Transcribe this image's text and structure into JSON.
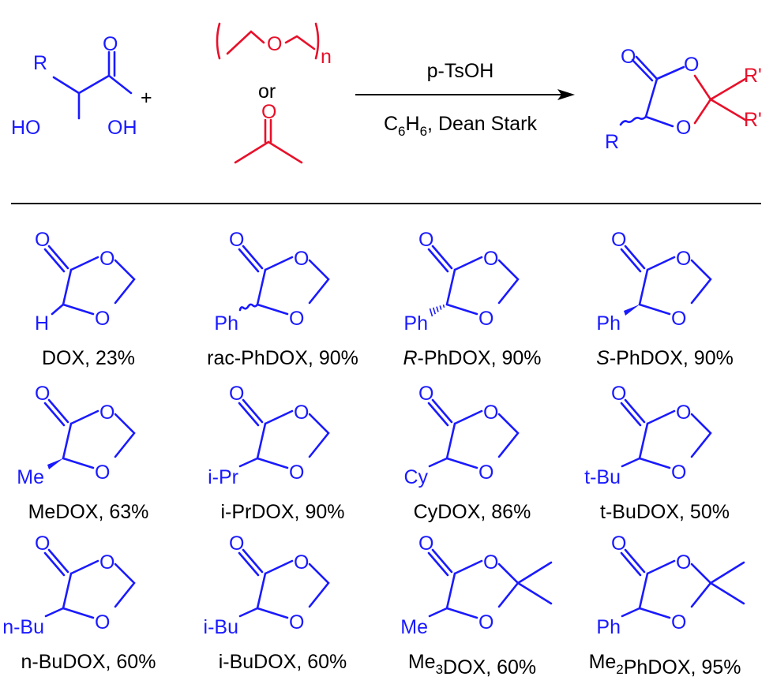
{
  "reaction": {
    "plus": "+",
    "or": "or",
    "subscript_n": "n",
    "reagent": "p-TsOH",
    "conditions": {
      "pre": "C",
      "sub": "6",
      "mid": "H",
      "sub2": "6",
      "post": ", Dean Stark"
    },
    "acid_labels": {
      "R": "R",
      "HO": "HO",
      "OH": "OH",
      "O": "O"
    },
    "product_labels": {
      "R": "R",
      "O": "O",
      "R1": "R'",
      "R2": "R'"
    },
    "formaldehyde_O": "O",
    "acetone_O": "O"
  },
  "products": [
    {
      "sub": "H",
      "stereo": "none",
      "name": [
        {
          "t": "DOX, 23%"
        }
      ]
    },
    {
      "sub": "Ph",
      "stereo": "wavy",
      "name": [
        {
          "t": "rac-PhDOX, 90%"
        }
      ]
    },
    {
      "sub": "Ph",
      "stereo": "hash",
      "name": [
        {
          "t": "R",
          "i": true
        },
        {
          "t": "-PhDOX, 90%"
        }
      ]
    },
    {
      "sub": "Ph",
      "stereo": "wedge",
      "name": [
        {
          "t": "S",
          "i": true
        },
        {
          "t": "-PhDOX, 90%"
        }
      ]
    },
    {
      "sub": "Me",
      "stereo": "wedge",
      "name": [
        {
          "t": "MeDOX, 63%"
        }
      ]
    },
    {
      "sub": "i-Pr",
      "stereo": "none",
      "name": [
        {
          "t": "i-PrDOX, 90%"
        }
      ]
    },
    {
      "sub": "Cy",
      "stereo": "none",
      "name": [
        {
          "t": "CyDOX, 86%"
        }
      ]
    },
    {
      "sub": "t-Bu",
      "stereo": "none",
      "name": [
        {
          "t": "t-BuDOX, 50%"
        }
      ]
    },
    {
      "sub": "n-Bu",
      "stereo": "none",
      "name": [
        {
          "t": "n-BuDOX, 60%"
        }
      ]
    },
    {
      "sub": "i-Bu",
      "stereo": "none",
      "name": [
        {
          "t": "i-BuDOX, 60%"
        }
      ]
    },
    {
      "sub": "Me",
      "stereo": "none",
      "dimethyl": true,
      "name": [
        {
          "t": "Me"
        },
        {
          "t": "3",
          "s": true
        },
        {
          "t": "DOX, 60%"
        }
      ]
    },
    {
      "sub": "Ph",
      "stereo": "none",
      "dimethyl": true,
      "name": [
        {
          "t": "Me"
        },
        {
          "t": "2",
          "s": true
        },
        {
          "t": "PhDOX, 95%"
        }
      ]
    }
  ],
  "colors": {
    "scaffold": "#1a1aff",
    "reagent": "#e8102a",
    "text": "#000000"
  }
}
